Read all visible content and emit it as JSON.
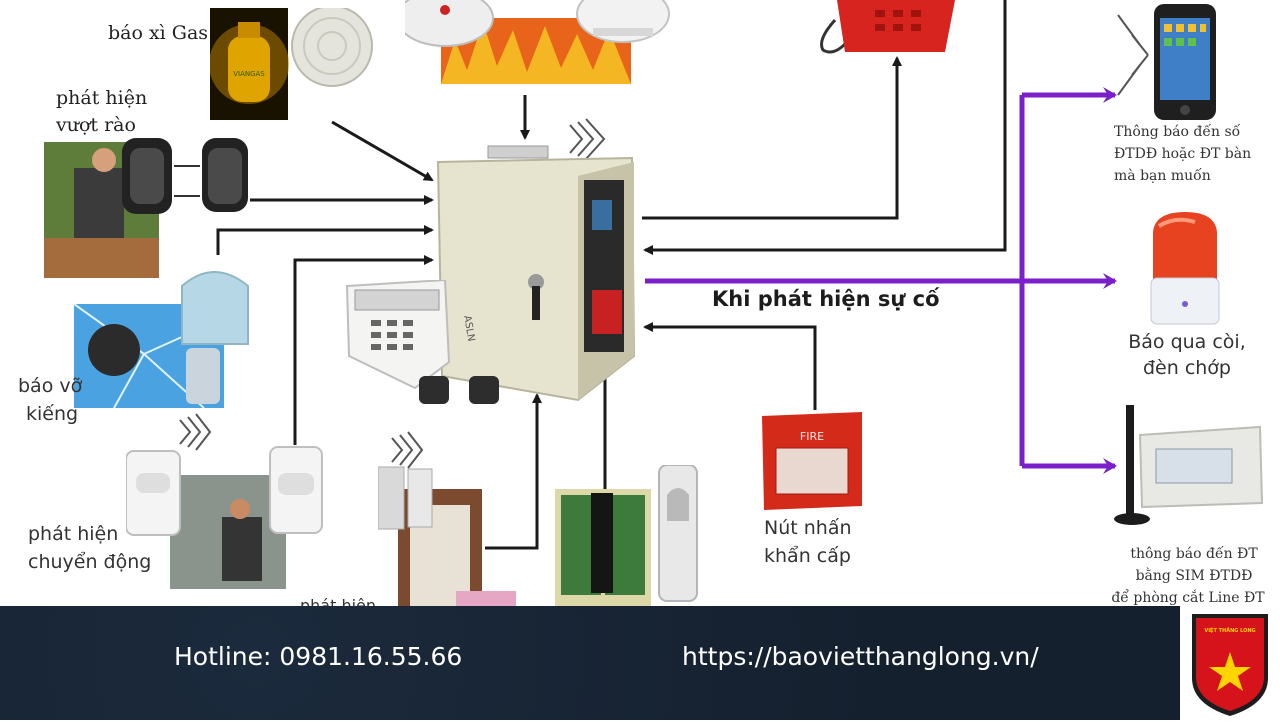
{
  "labels": {
    "gas": "báo xì Gas",
    "fence_1": "phát hiện",
    "fence_2": "vượt rào",
    "glass_1": "báo vỡ",
    "glass_2": "kiếng",
    "motion_1": "phát hiện",
    "motion_2": "chuyển động",
    "door_1": "phát hiện",
    "headline": "Khi phát hiện sự cố",
    "mobile_1": "Thông báo đến số",
    "mobile_2": "ĐTDĐ hoặc ĐT bàn",
    "mobile_3": "mà bạn muốn",
    "siren_1": "Báo qua còi,",
    "siren_2": "đèn chớp",
    "sim_1": "thông báo đến ĐT",
    "sim_2": "bằng SIM ĐTDĐ",
    "sim_3": "để phòng cắt Line ĐT",
    "panic_1": "Nút nhấn",
    "panic_2": "khẩn cấp",
    "fire_box": "FIRE",
    "panel_brand": "ASLN",
    "gas_brand": "VIANGAS"
  },
  "footer": {
    "hotline": "Hotline: 0981.16.55.66",
    "website": "https://baovietthanglong.vn/",
    "logo_name": "VIỆT THĂNG LONG"
  },
  "colors": {
    "alert_line": "#7a1fc9",
    "wire": "#1a1a1a",
    "footer_bg": "#15202f",
    "logo_red": "#d6121a",
    "logo_star": "#ffd400"
  }
}
